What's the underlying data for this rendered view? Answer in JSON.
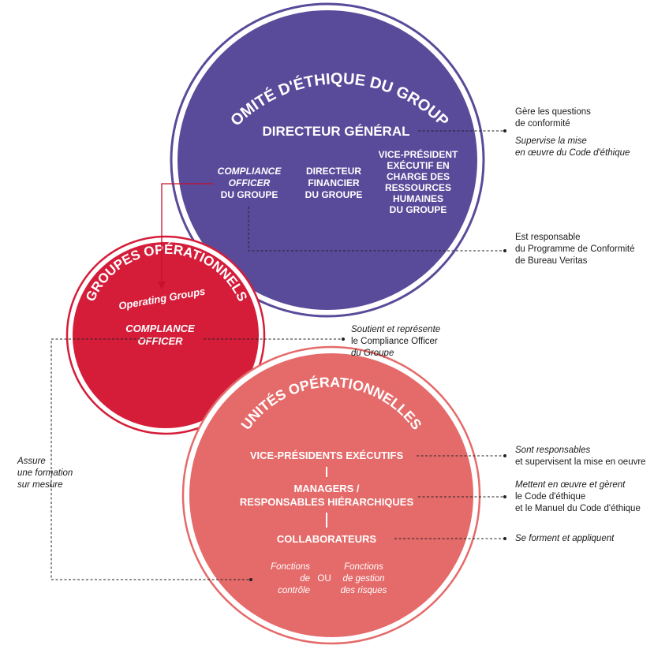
{
  "colors": {
    "purple": "#5a4a9a",
    "red": "#d51d3a",
    "salmon": "#e56a6a",
    "connector": "#222222",
    "red_arrow": "#c8102e"
  },
  "group_committee": {
    "title": "COMITÉ D'ÉTHIQUE DU GROUPE",
    "ceo": "DIRECTEUR GÉNÉRAL",
    "compliance_lines": [
      "COMPLIANCE",
      "OFFICER"
    ],
    "compliance_suffix": "DU GROUPE",
    "cfo_lines": [
      "DIRECTEUR",
      "FINANCIER",
      "DU GROUPE"
    ],
    "hr_lines": [
      "VICE-PRÉSIDENT",
      "EXÉCUTIF EN",
      "CHARGE DES",
      "RESSOURCES",
      "HUMAINES",
      "DU GROUPE"
    ]
  },
  "operating_groups": {
    "title": "GROUPES OPÉRATIONNELS",
    "subtitle": "Operating Groups",
    "officer_lines": [
      "COMPLIANCE",
      "OFFICER"
    ]
  },
  "operational_units": {
    "title": "UNITÉS OPÉRATIONNELLES",
    "evp": "VICE-PRÉSIDENTS EXÉCUTIFS",
    "managers_lines": [
      "MANAGERS /",
      "RESPONSABLES HIÉRARCHIQUES"
    ],
    "employees": "COLLABORATEURS",
    "control_lines": [
      "Fonctions",
      "de",
      "contrôle"
    ],
    "or_label": "OU",
    "risk_lines": [
      "Fonctions",
      "de gestion",
      "des risques"
    ]
  },
  "annotations": {
    "ceo_1_lines": [
      "Gère les questions",
      "de conformité"
    ],
    "ceo_2_lines": [
      "Supervise la mise",
      "en œuvre du Code d'éthique"
    ],
    "group_compliance_lines": [
      "Est responsable",
      "du Programme de Conformité",
      "de Bureau Veritas"
    ],
    "og_officer_lines": [
      "Soutient et représente",
      "le Compliance Officer",
      "du Groupe"
    ],
    "training_lines": [
      "Assure",
      "une formation",
      "sur mesure"
    ],
    "evp_lines": [
      "Sont responsables",
      "et supervisent la mise en oeuvre"
    ],
    "managers_lines": [
      "Mettent en œuvre et gèrent",
      "le Code d'éthique",
      "et le Manuel du Code d'éthique"
    ],
    "employees": "Se forment et appliquent"
  }
}
